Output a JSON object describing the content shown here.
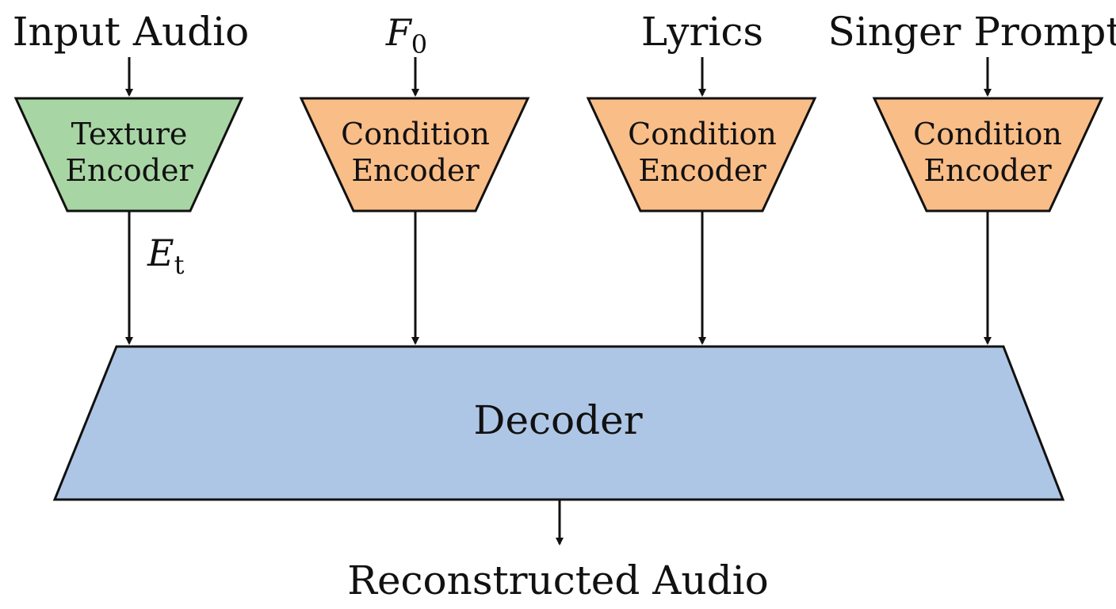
{
  "inputs": {
    "input_audio": "Input Audio",
    "f0_symbol": "F",
    "f0_subscript": "0",
    "lyrics": "Lyrics",
    "singer_prompt": "Singer Prompt"
  },
  "encoders": {
    "texture": {
      "line1": "Texture",
      "line2": "Encoder"
    },
    "condition_f0": {
      "line1": "Condition",
      "line2": "Encoder"
    },
    "condition_lyrics": {
      "line1": "Condition",
      "line2": "Encoder"
    },
    "condition_singer": {
      "line1": "Condition",
      "line2": "Encoder"
    }
  },
  "embedding": {
    "symbol": "E",
    "subscript": "t"
  },
  "decoder": {
    "label": "Decoder"
  },
  "output": {
    "label": "Reconstructed Audio"
  },
  "colors": {
    "texture_fill": "#a8d5a4",
    "condition_fill": "#f9bd87",
    "decoder_fill": "#aec6e6",
    "stroke": "#111111"
  }
}
